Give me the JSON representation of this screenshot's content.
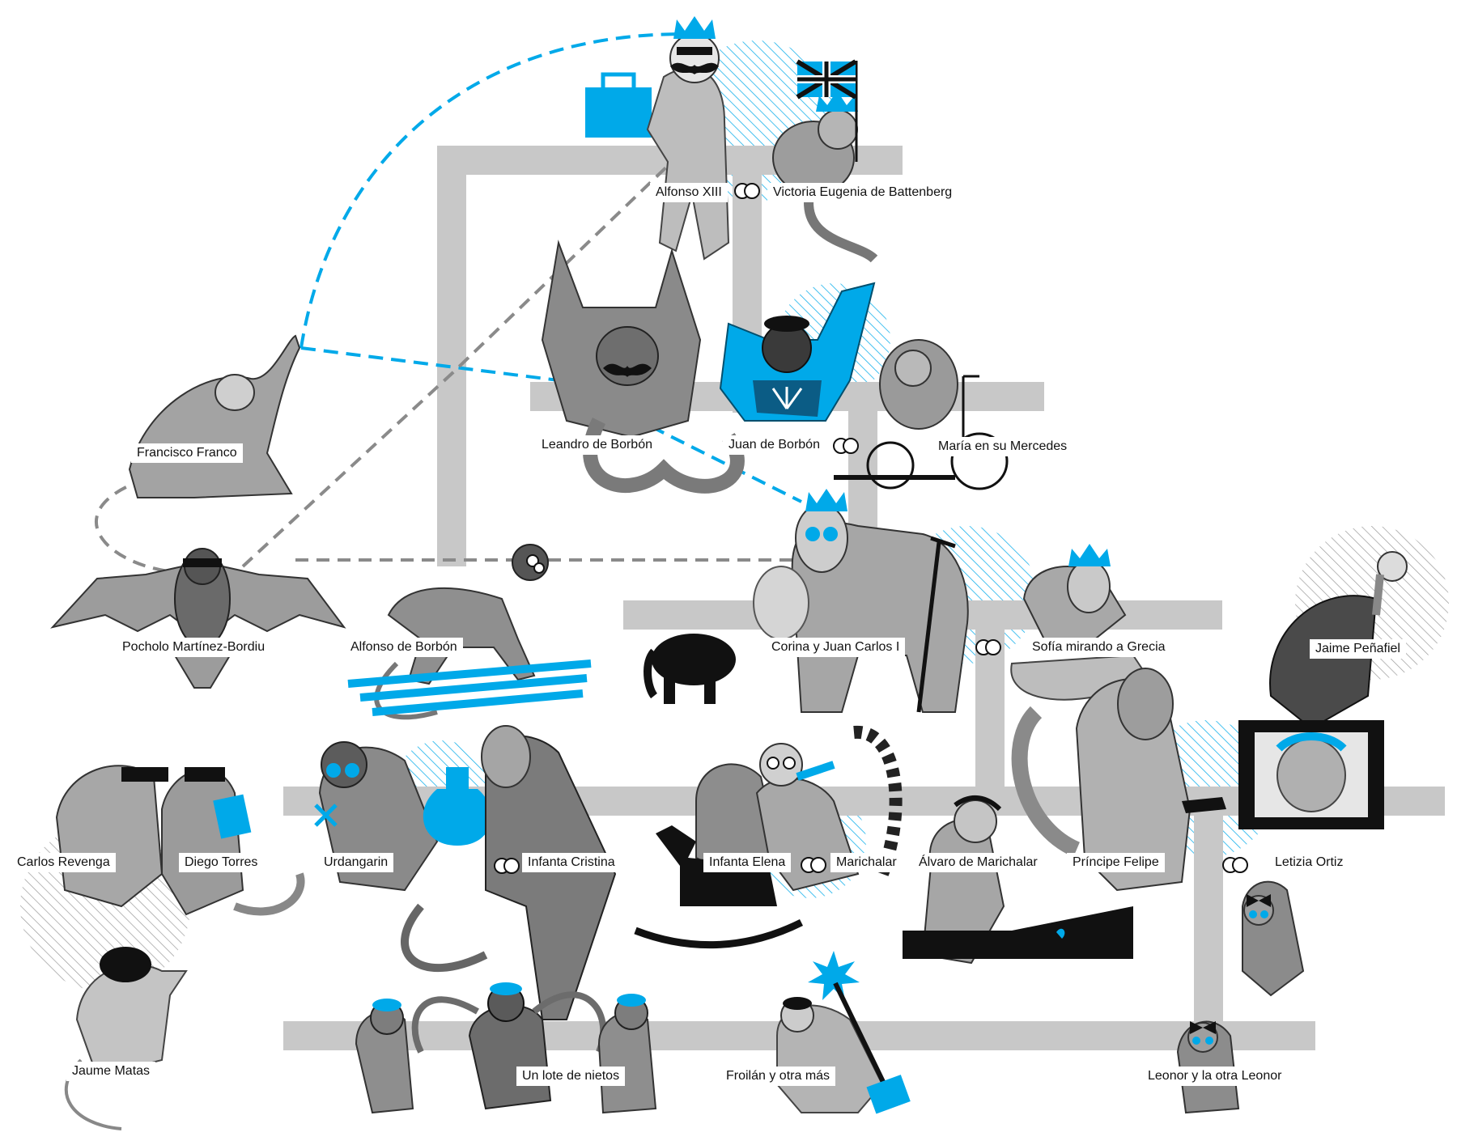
{
  "colors": {
    "accent": "#00a9e9",
    "branch": "#c8c8c8",
    "link_gray": "#8a8a8a",
    "ink": "#111111",
    "paper": "#ffffff"
  },
  "labels": {
    "alfonso_xiii": "Alfonso XIII",
    "victoria_eugenia": "Victoria Eugenia de Battenberg",
    "francisco_franco": "Francisco Franco",
    "leandro_de_borbon": "Leandro de Borbón",
    "juan_de_borbon": "Juan de Borbón",
    "maria_mercedes": "María en su Mercedes",
    "pocholo": "Pocholo Martínez-Bordiu",
    "alfonso_de_borbon": "Alfonso de Borbón",
    "corina_juan_carlos": "Corina y Juan Carlos I",
    "sofia": "Sofía mirando a Grecia",
    "jaime_penafiel": "Jaime Peñafiel",
    "carlos_revenga": "Carlos Revenga",
    "diego_torres": "Diego Torres",
    "urdangarin": "Urdangarin",
    "infanta_cristina": "Infanta Cristina",
    "infanta_elena": "Infanta Elena",
    "marichalar": "Marichalar",
    "alvaro_marichalar": "Álvaro de Marichalar",
    "principe_felipe": "Príncipe Felipe",
    "letizia_ortiz": "Letizia Ortiz",
    "jaume_matas": "Jaume Matas",
    "nietos": "Un lote de nietos",
    "froilan": "Froilán y otra más",
    "leonor": "Leonor y la otra Leonor"
  },
  "icons": [
    "crown-icon",
    "wedding-rings-icon",
    "briefcase-icon",
    "union-flag-icon",
    "beret-icon",
    "sunglasses-icon",
    "money-bag-icon",
    "rocking-horse-icon",
    "elephant-icon",
    "skis-icon",
    "crutch-icon",
    "television-icon",
    "wheelchair-icon",
    "gun-icon",
    "boat-icon",
    "bowler-hat-icon",
    "hair-bow-icon"
  ]
}
